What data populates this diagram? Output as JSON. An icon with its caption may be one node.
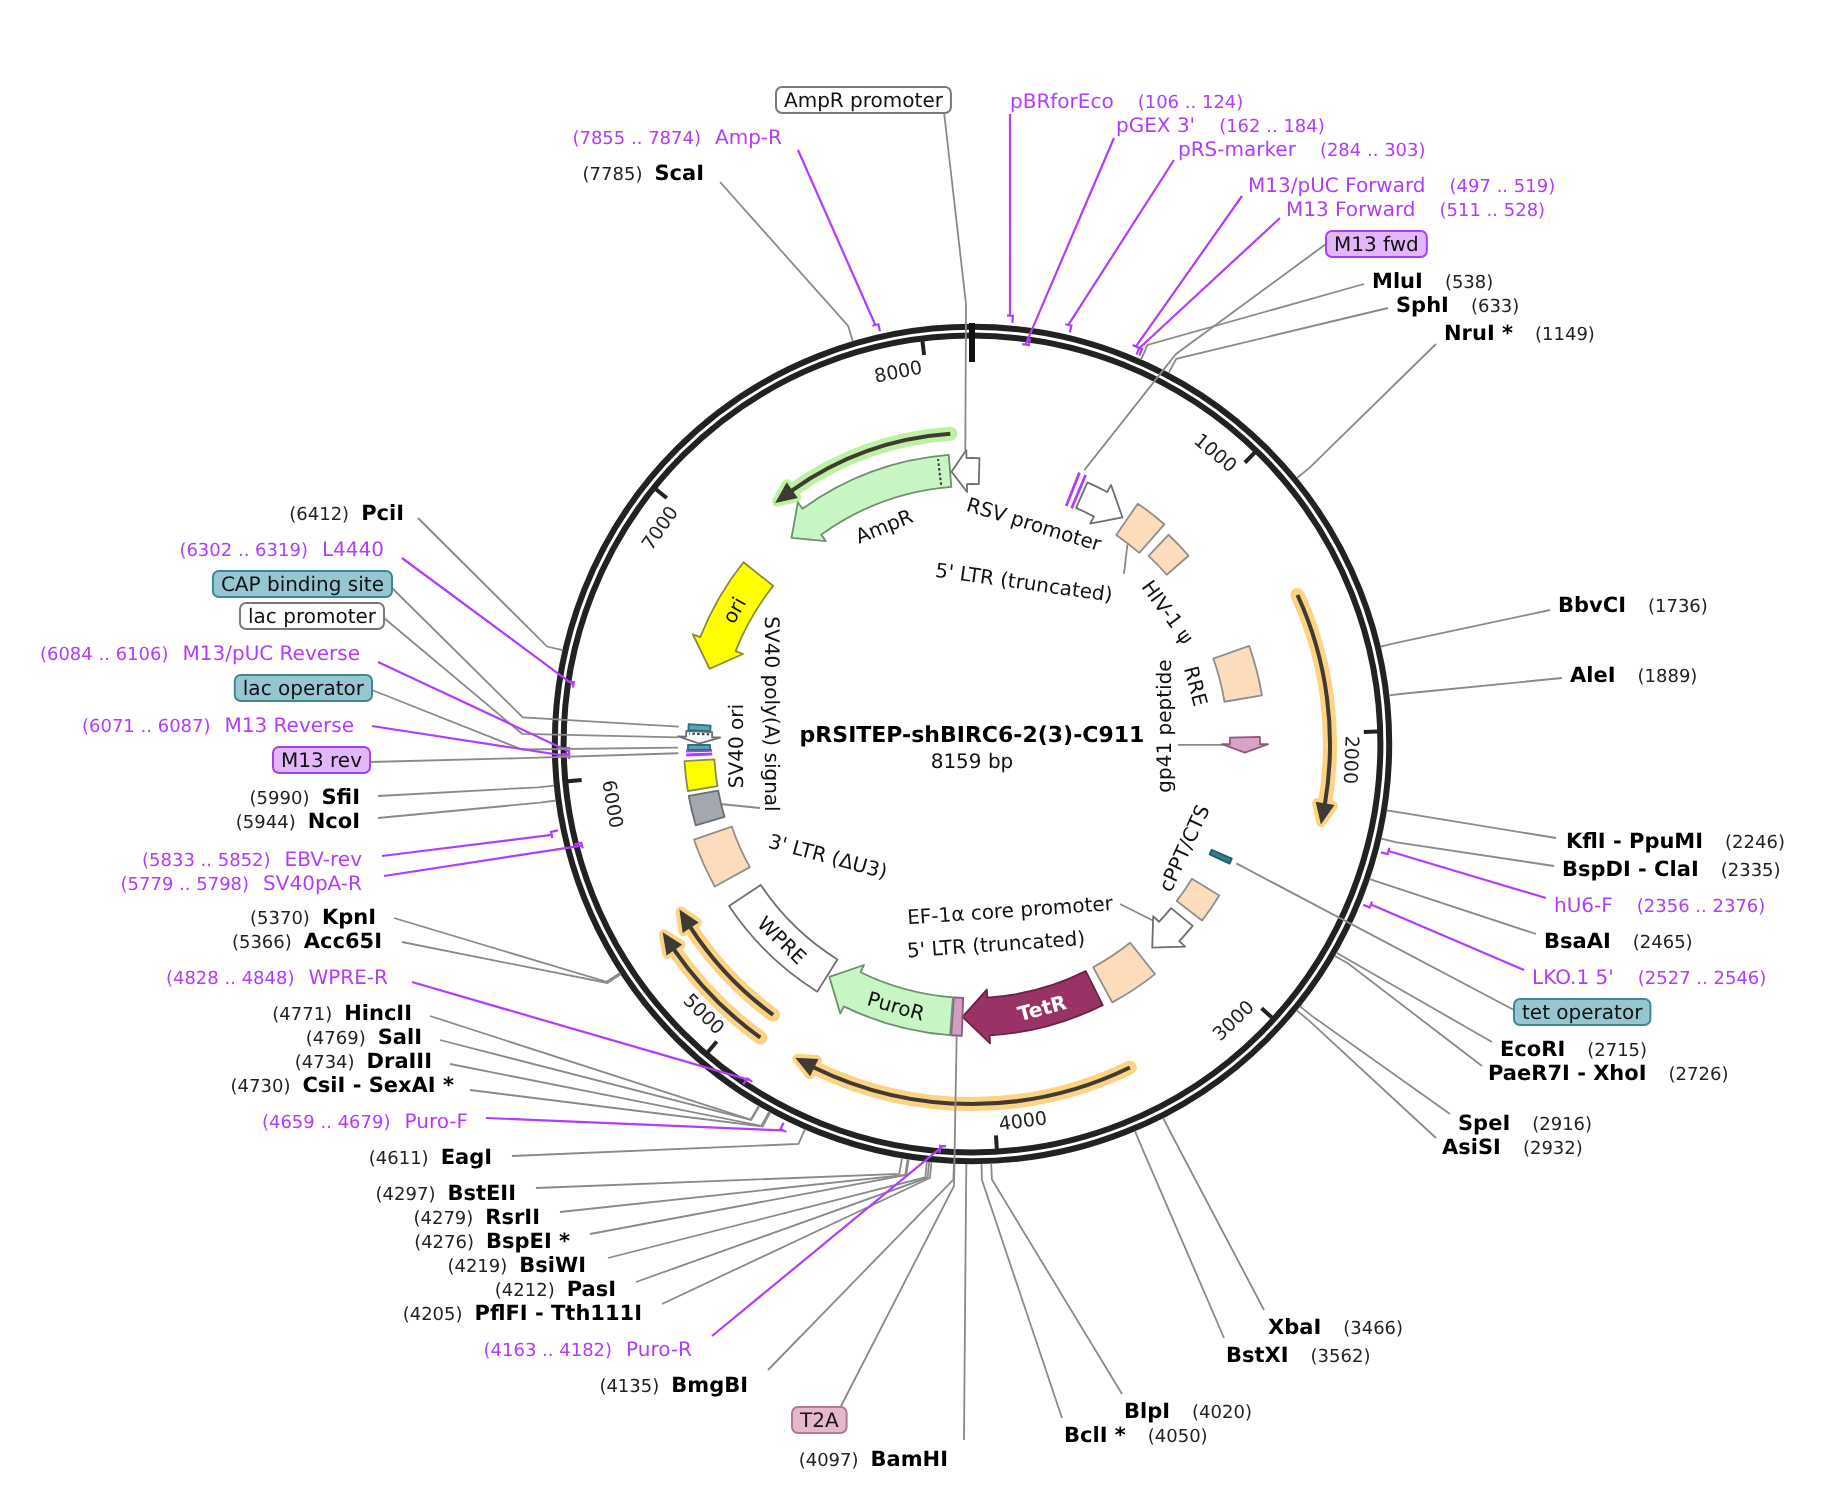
{
  "diagram": {
    "title": "pRSITEP-shBIRC6-2(3)-C911",
    "nodes": [
      {
        "text": [
          "AmpR promoter"
        ]
      },
      {
        "text": [
          "pBRforEco"
        ],
        "beside": [
          "(106 .. 124)"
        ]
      },
      {
        "text": [
          "pGEX 3'"
        ],
        "beside": [
          "(162 .. 184)"
        ]
      },
      {
        "text": [
          "Amp-R"
        ],
        "beside": [
          "(7855 .. 7874)"
        ]
      },
      {
        "text": [
          "pRS-marker"
        ],
        "beside": [
          "(284 .. 303)"
        ]
      },
      {
        "text": [
          "ScaI"
        ],
        "beside": [
          "(7785)"
        ]
      },
      {
        "text": [
          "M13/pUC Forward"
        ],
        "beside": [
          "(497 .. 519)"
        ]
      },
      {
        "text": [
          "M13 Forward"
        ],
        "beside": [
          "(511 .. 528)"
        ]
      },
      {
        "text": [
          "M13 fwd"
        ]
      },
      {
        "text": [
          "MluI"
        ],
        "beside": [
          "(538)"
        ]
      },
      {
        "text": [
          "SphI"
        ],
        "beside": [
          "(633)"
        ]
      },
      {
        "text": [
          "NruI *"
        ],
        "beside": [
          "(1149)"
        ]
      },
      {
        "text": [
          "PciI"
        ],
        "beside": [
          "(6412)"
        ]
      },
      {
        "text": [
          "L4440"
        ],
        "beside": [
          "(6302 .. 6319)"
        ]
      },
      {
        "text": [
          "CAP binding site"
        ]
      },
      {
        "text": [
          "BbvCI"
        ],
        "beside": [
          "(1736)"
        ]
      },
      {
        "text": [
          "lac promoter"
        ]
      },
      {
        "text": [
          "M13/pUC Reverse"
        ],
        "beside": [
          "(6084 .. 6106)"
        ]
      },
      {
        "text": [
          "AleI"
        ],
        "beside": [
          "(1889)"
        ]
      },
      {
        "text": [
          "lac operator"
        ]
      },
      {
        "text": [
          "M13 Reverse"
        ],
        "beside": [
          "(6071 .. 6087)"
        ]
      },
      {
        "text": [
          "M13 rev"
        ]
      },
      {
        "text": [
          "SfiI"
        ],
        "beside": [
          "(5990)"
        ]
      },
      {
        "text": [
          "NcoI"
        ],
        "beside": [
          "(5944)"
        ]
      },
      {
        "text": [
          "KflI - PpuMI"
        ],
        "beside": [
          "(2246)"
        ]
      },
      {
        "text": [
          "EBV-rev"
        ],
        "beside": [
          "(5833 .. 5852)"
        ]
      },
      {
        "text": [
          "BspDI - ClaI"
        ],
        "beside": [
          "(2335)"
        ]
      },
      {
        "text": [
          "SV40pA-R"
        ],
        "beside": [
          "(5779 .. 5798)"
        ]
      },
      {
        "text": [
          "hU6-F"
        ],
        "beside": [
          "(2356 .. 2376)"
        ]
      },
      {
        "text": [
          "KpnI"
        ],
        "beside": [
          "(5370)"
        ]
      },
      {
        "text": [
          "Acc65I"
        ],
        "beside": [
          "(5366)"
        ]
      },
      {
        "text": [
          "BsaAI"
        ],
        "beside": [
          "(2465)"
        ]
      },
      {
        "text": [
          "WPRE-R"
        ],
        "beside": [
          "(4828 .. 4848)"
        ]
      },
      {
        "text": [
          "LKO.1 5'"
        ],
        "beside": [
          "(2527 .. 2546)"
        ]
      },
      {
        "text": [
          "HincII"
        ],
        "beside": [
          "(4771)"
        ]
      },
      {
        "text": [
          "tet operator"
        ]
      },
      {
        "text": [
          "SalI"
        ],
        "beside": [
          "(4769)"
        ]
      },
      {
        "text": [
          "EcoRI"
        ],
        "beside": [
          "(2715)"
        ]
      },
      {
        "text": [
          "DraIII"
        ],
        "beside": [
          "(4734)"
        ]
      },
      {
        "text": [
          "PaeR7I - XhoI"
        ],
        "beside": [
          "(2726)"
        ]
      },
      {
        "text": [
          "CsiI - SexAI *"
        ],
        "beside": [
          "(4730)"
        ]
      },
      {
        "text": [
          "Puro-F"
        ],
        "beside": [
          "(4659 .. 4679)"
        ]
      },
      {
        "text": [
          "SpeI"
        ],
        "beside": [
          "(2916)"
        ]
      },
      {
        "text": [
          "AsiSI"
        ],
        "beside": [
          "(2932)"
        ]
      },
      {
        "text": [
          "EagI"
        ],
        "beside": [
          "(4611)"
        ]
      },
      {
        "text": [
          "BstEII"
        ],
        "beside": [
          "(4297)"
        ]
      },
      {
        "text": [
          "RsrII"
        ],
        "beside": [
          "(4279)"
        ]
      },
      {
        "text": [
          "BspEI *"
        ],
        "beside": [
          "(4276)"
        ]
      },
      {
        "text": [
          "BsiWI"
        ],
        "beside": [
          "(4219)"
        ]
      },
      {
        "text": [
          "PasI"
        ],
        "beside": [
          "(4212)"
        ]
      },
      {
        "text": [
          "PflFI - Tth111I"
        ],
        "beside": [
          "(4205)"
        ]
      },
      {
        "text": [
          "XbaI"
        ],
        "beside": [
          "(3466)"
        ]
      },
      {
        "text": [
          "Puro-R"
        ],
        "beside": [
          "(4163 .. 4182)"
        ]
      },
      {
        "text": [
          "BstXI"
        ],
        "beside": [
          "(3562)"
        ]
      },
      {
        "text": [
          "BmgBI"
        ],
        "beside": [
          "(4135)"
        ]
      },
      {
        "text": [
          "BlpI"
        ],
        "beside": [
          "(4020)"
        ]
      },
      {
        "text": [
          "T2A"
        ]
      },
      {
        "text": [
          "BclI *"
        ],
        "beside": [
          "(4050)"
        ]
      },
      {
        "text": [
          "BamHI"
        ],
        "beside": [
          "(4097)"
        ]
      },
      {
        "text": [],
        "shape": "arrow"
      },
      {
        "text": [],
        "shape": "bar"
      },
      {
        "text": [
          "RSV promoter"
        ]
      },
      {
        "text": [
          "5' LTR (truncated)"
        ]
      },
      {
        "text": [],
        "shape": "box"
      },
      {
        "text": [
          "HIV-1 ψ"
        ]
      },
      {
        "text": [
          "RRE"
        ]
      },
      {
        "text": [
          "gp41 peptide"
        ]
      },
      {
        "text": [],
        "shape": "arrow"
      },
      {
        "text": [],
        "shape": "bar"
      },
      {
        "text": [
          "cPPT/CTS"
        ]
      },
      {
        "text": [
          "EF-1α core promoter"
        ]
      },
      {
        "text": [],
        "shape": "arrow"
      },
      {
        "text": [
          "5' LTR (truncated)"
        ]
      },
      {
        "text": [
          "TetR"
        ]
      },
      {
        "text": [],
        "shape": "box"
      },
      {
        "text": [
          "PuroR"
        ]
      },
      {
        "text": [
          "WPRE"
        ]
      },
      {
        "text": [
          "3' LTR (ΔU3)"
        ]
      },
      {
        "text": [
          "SV40 poly(A) signal"
        ]
      },
      {
        "text": [],
        "shape": "box"
      },
      {
        "text": [
          "SV40 ori"
        ]
      },
      {
        "text": [],
        "shape": "bar"
      },
      {
        "text": [],
        "shape": "bar"
      },
      {
        "text": [],
        "shape": "arrow"
      },
      {
        "text": [],
        "shape": "bar"
      },
      {
        "text": [
          "ori"
        ]
      },
      {
        "text": [
          "AmpR"
        ]
      }
    ],
    "edges": [
      {
        "from": 0,
        "to": 59,
        "arrow": "none"
      },
      {
        "from": 1,
        "to": null,
        "arrow": "none",
        "color": "#b23cfc"
      },
      {
        "from": 2,
        "to": null,
        "arrow": "none",
        "color": "#b23cfc"
      },
      {
        "from": 3,
        "to": null,
        "arrow": "none",
        "color": "#b23cfc"
      },
      {
        "from": 4,
        "to": null,
        "arrow": "none",
        "color": "#b23cfc"
      },
      {
        "from": 5,
        "to": null,
        "arrow": "none"
      },
      {
        "from": 6,
        "to": null,
        "arrow": "none",
        "color": "#b23cfc"
      },
      {
        "from": 7,
        "to": null,
        "arrow": "none",
        "color": "#b23cfc"
      },
      {
        "from": 8,
        "to": 60,
        "arrow": "none"
      },
      {
        "from": 9,
        "to": null,
        "arrow": "none"
      },
      {
        "from": 10,
        "to": null,
        "arrow": "none"
      },
      {
        "from": 11,
        "to": null,
        "arrow": "none"
      },
      {
        "from": 12,
        "to": null,
        "arrow": "none"
      },
      {
        "from": 13,
        "to": null,
        "arrow": "none",
        "color": "#b23cfc"
      },
      {
        "from": 14,
        "to": 84,
        "arrow": "none"
      },
      {
        "from": 15,
        "to": null,
        "arrow": "none"
      },
      {
        "from": 16,
        "to": 83,
        "arrow": "none"
      },
      {
        "from": 17,
        "to": null,
        "arrow": "none",
        "color": "#b23cfc"
      },
      {
        "from": 18,
        "to": null,
        "arrow": "none"
      },
      {
        "from": 19,
        "to": 82,
        "arrow": "none"
      },
      {
        "from": 20,
        "to": null,
        "arrow": "none",
        "color": "#b23cfc"
      },
      {
        "from": 21,
        "to": 81,
        "arrow": "none"
      },
      {
        "from": 22,
        "to": null,
        "arrow": "none"
      },
      {
        "from": 23,
        "to": null,
        "arrow": "none"
      },
      {
        "from": 24,
        "to": null,
        "arrow": "none"
      },
      {
        "from": 25,
        "to": null,
        "arrow": "none",
        "color": "#b23cfc"
      },
      {
        "from": 26,
        "to": null,
        "arrow": "none"
      },
      {
        "from": 27,
        "to": null,
        "arrow": "none",
        "color": "#b23cfc"
      },
      {
        "from": 28,
        "to": null,
        "arrow": "none",
        "color": "#b23cfc"
      },
      {
        "from": 29,
        "to": null,
        "arrow": "none"
      },
      {
        "from": 30,
        "to": null,
        "arrow": "none"
      },
      {
        "from": 31,
        "to": null,
        "arrow": "none"
      },
      {
        "from": 32,
        "to": null,
        "arrow": "none",
        "color": "#b23cfc"
      },
      {
        "from": 33,
        "to": null,
        "arrow": "none",
        "color": "#b23cfc"
      },
      {
        "from": 34,
        "to": null,
        "arrow": "none"
      },
      {
        "from": 35,
        "to": 68,
        "arrow": "none"
      },
      {
        "from": 36,
        "to": null,
        "arrow": "none"
      },
      {
        "from": 37,
        "to": null,
        "arrow": "none"
      },
      {
        "from": 38,
        "to": null,
        "arrow": "none"
      },
      {
        "from": 39,
        "to": null,
        "arrow": "none"
      },
      {
        "from": 40,
        "to": null,
        "arrow": "none"
      },
      {
        "from": 41,
        "to": null,
        "arrow": "none",
        "color": "#b23cfc"
      },
      {
        "from": 42,
        "to": null,
        "arrow": "none"
      },
      {
        "from": 43,
        "to": null,
        "arrow": "none"
      },
      {
        "from": 44,
        "to": null,
        "arrow": "none"
      },
      {
        "from": 45,
        "to": null,
        "arrow": "none"
      },
      {
        "from": 46,
        "to": null,
        "arrow": "none"
      },
      {
        "from": 47,
        "to": null,
        "arrow": "none"
      },
      {
        "from": 48,
        "to": null,
        "arrow": "none"
      },
      {
        "from": 49,
        "to": null,
        "arrow": "none"
      },
      {
        "from": 50,
        "to": null,
        "arrow": "none"
      },
      {
        "from": 51,
        "to": null,
        "arrow": "none"
      },
      {
        "from": 52,
        "to": null,
        "arrow": "none",
        "color": "#b23cfc"
      },
      {
        "from": 53,
        "to": null,
        "arrow": "none"
      },
      {
        "from": 54,
        "to": null,
        "arrow": "none"
      },
      {
        "from": 55,
        "to": null,
        "arrow": "none"
      },
      {
        "from": 56,
        "to": 74,
        "arrow": "none"
      },
      {
        "from": 57,
        "to": null,
        "arrow": "none"
      },
      {
        "from": 58,
        "to": null,
        "arrow": "none"
      },
      {
        "from": 62,
        "to": 63,
        "arrow": "none"
      },
      {
        "from": 66,
        "to": 67,
        "arrow": "none"
      },
      {
        "from": 70,
        "to": 71,
        "arrow": "none"
      },
      {
        "from": 78,
        "to": 79,
        "arrow": "none"
      }
    ],
    "labels": [
      "8000",
      "1000",
      "7000",
      "2000",
      "8159 bp",
      "6000",
      "3000",
      "5000",
      "4000"
    ]
  }
}
